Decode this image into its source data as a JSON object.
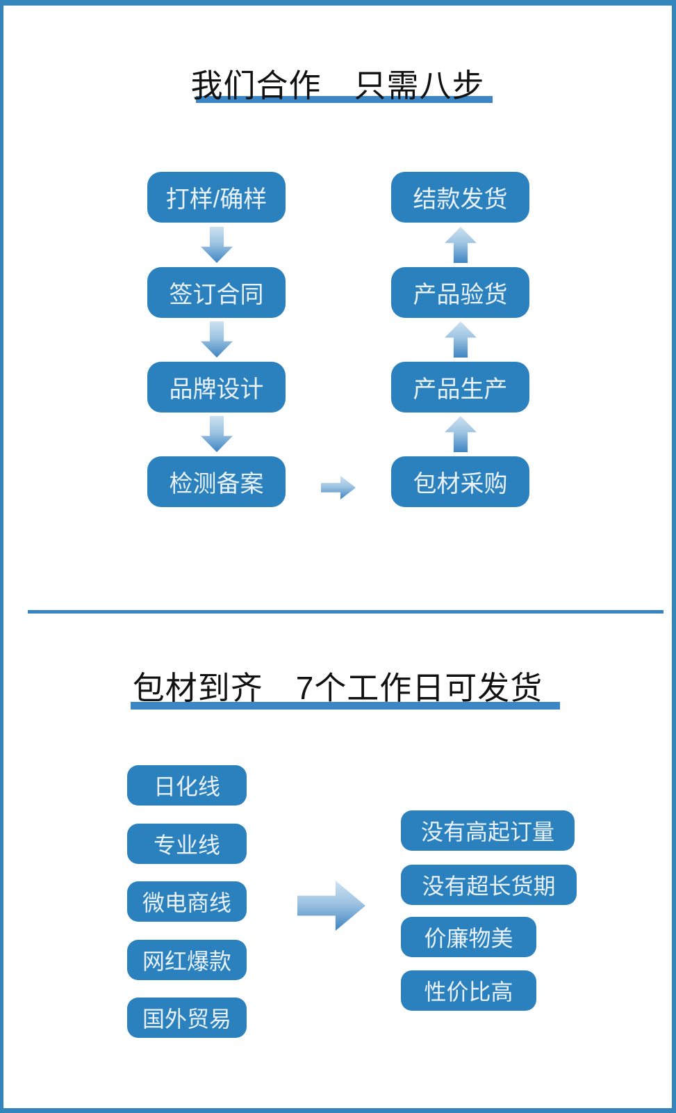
{
  "colors": {
    "box_blue": "#2b80be",
    "accent_blue": "#3d86c6",
    "frame_blue": "#3585bd",
    "arrow_gradient_light": "#cde1f1",
    "arrow_gradient_dark": "#3e84c2",
    "box_text": "#e9f2fa",
    "title_text": "#111111"
  },
  "section1": {
    "title": "我们合作　只需八步",
    "left_steps": [
      "打样/确样",
      "签订合同",
      "品牌设计",
      "检测备案"
    ],
    "right_steps": [
      "结款发货",
      "产品验货",
      "产品生产",
      "包材采购"
    ]
  },
  "section2": {
    "title": "包材到齐　7个工作日可发货",
    "product_lines": [
      "日化线",
      "专业线",
      "微电商线",
      "网红爆款",
      "国外贸易"
    ],
    "benefits": [
      "没有高起订量",
      "没有超长货期",
      "价廉物美",
      "性价比高"
    ]
  }
}
